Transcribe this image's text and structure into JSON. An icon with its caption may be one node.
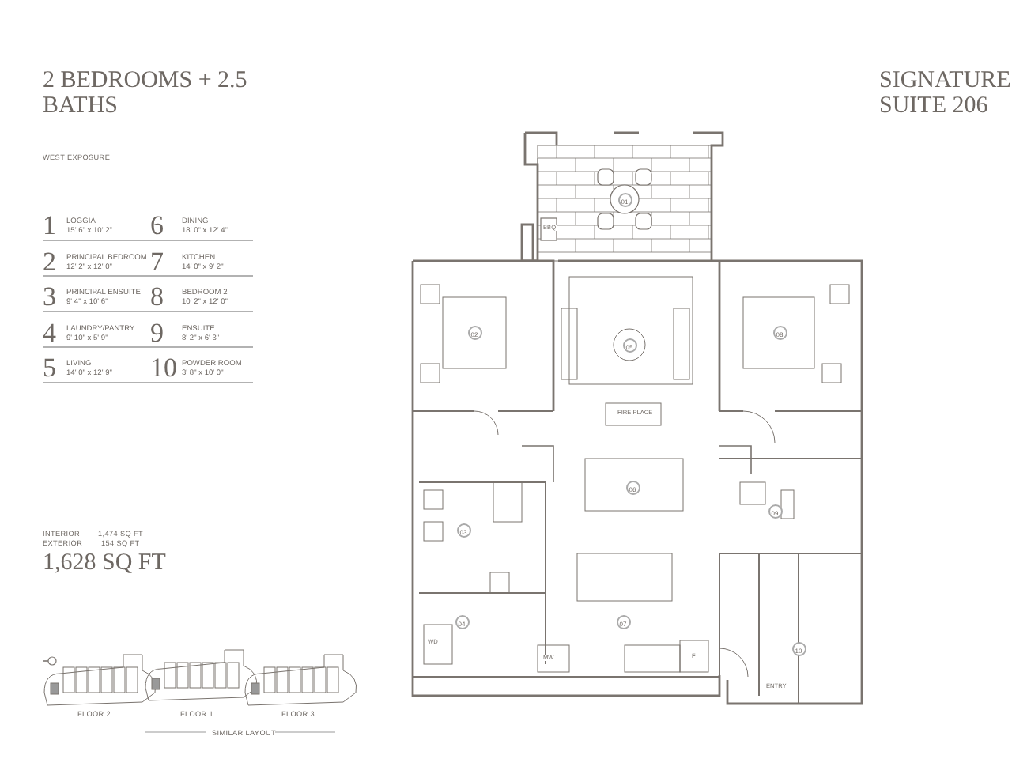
{
  "diagram": {
    "title": "2 BEDROOMS + 2.5 BATHS",
    "labels": [
      "SIGNATURE SUITE 206",
      "WEST EXPOSURE",
      "1",
      "LOGGIA",
      "15' 6\" x 10' 2\"",
      "6",
      "DINING",
      "18' 0\" x 12' 4\"",
      "2",
      "PRINCIPAL BEDROOM",
      "12' 2\" x 12' 0\"",
      "7",
      "KITCHEN",
      "14' 0\" x 9' 2\"",
      "3",
      "PRINCIPAL ENSUITE",
      "9' 4\" x 10' 6\"",
      "8",
      "BEDROOM 2",
      "10' 2\" x 12' 0\"",
      "4",
      "LAUNDRY/PANTRY",
      "9' 10\" x 5' 9\"",
      "9",
      "ENSUITE",
      "8' 2\" x 6' 3\"",
      "5",
      "LIVING",
      "14' 0\" x 12' 9\"",
      "10",
      "POWDER ROOM",
      "3' 8\" x 10' 0\"",
      "INTERIOR",
      "1,474 SQ FT",
      "EXTERIOR",
      "154 SQ FT",
      "1,628 SQ FT",
      "01",
      "02",
      "03",
      "04",
      "05",
      "06",
      "07",
      "08",
      "09",
      "10",
      "BBQ",
      "FIRE PLACE",
      "WD",
      "MW",
      "F",
      "ENTRY",
      "FLOOR 2",
      "FLOOR 1",
      "FLOOR 3",
      "SIMILAR LAYOUT"
    ]
  }
}
